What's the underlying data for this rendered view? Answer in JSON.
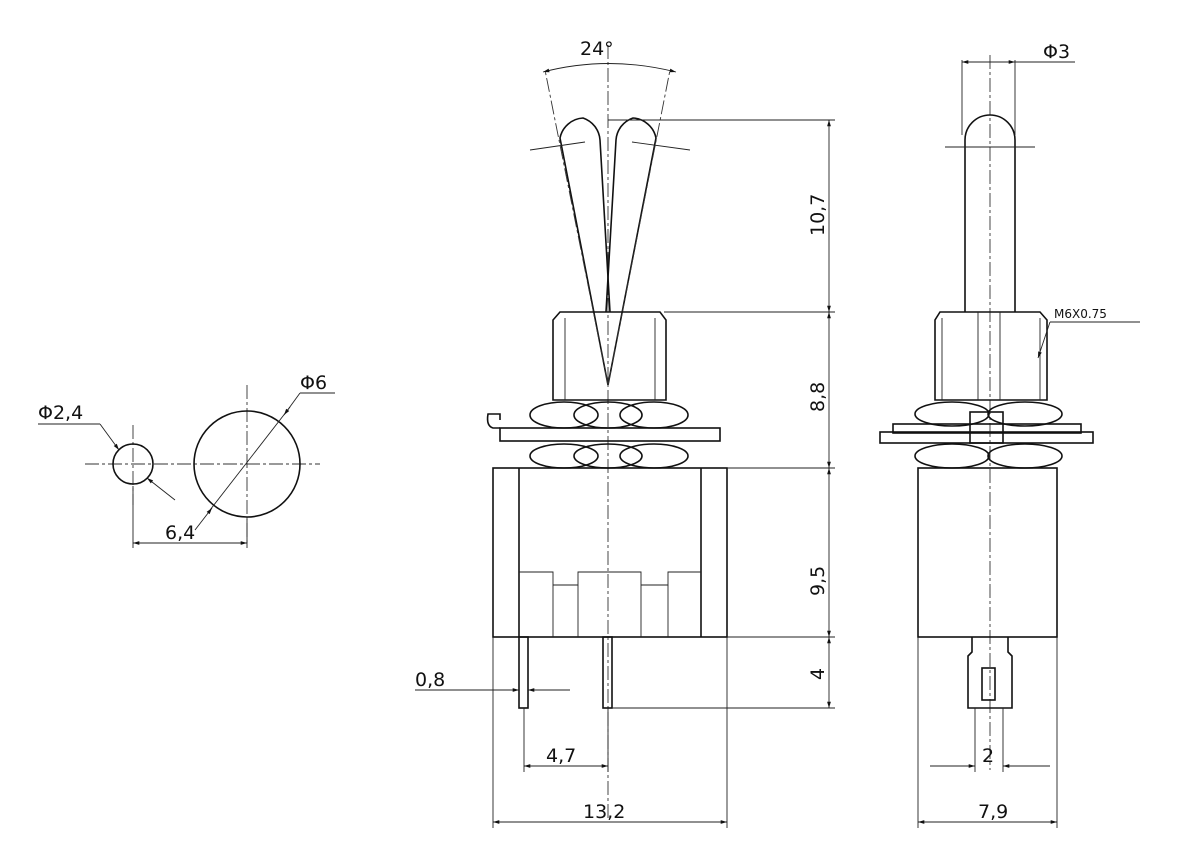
{
  "drawing": {
    "mounting_hole": {
      "small_dia": "Φ2,4",
      "large_dia": "Φ6",
      "spacing": "6,4"
    },
    "front_view": {
      "lever_angle": "24°",
      "lever_height": "10,7",
      "bushing_height": "8,8",
      "body_height": "9,5",
      "terminal_length": "4",
      "terminal_thickness": "0,8",
      "terminal_pitch": "4,7",
      "body_width": "13,2"
    },
    "side_view": {
      "lever_dia": "Φ3",
      "thread": "M6X0.75",
      "terminal_width": "2",
      "body_depth": "7,9"
    }
  }
}
